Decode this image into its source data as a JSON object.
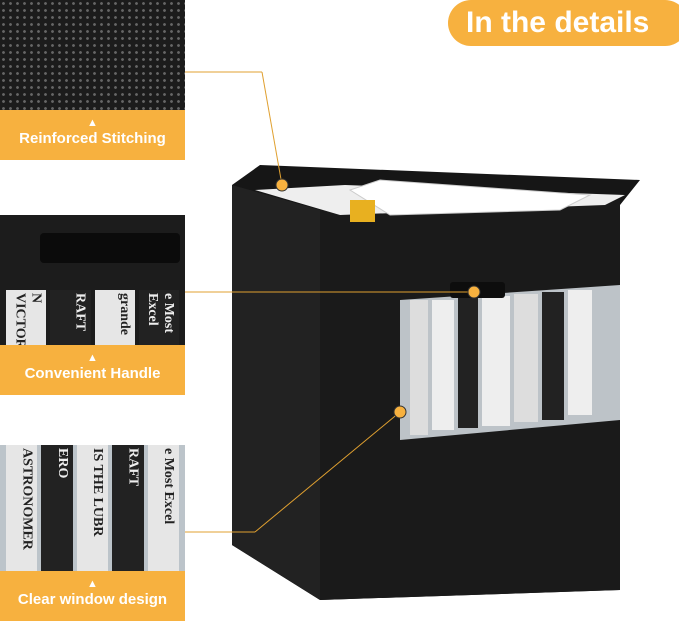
{
  "title": "In the details",
  "features": [
    {
      "label": "Reinforced Stitching",
      "icon": "triangle-up-icon"
    },
    {
      "label": "Convenient Handle",
      "icon": "triangle-up-icon"
    },
    {
      "label": "Clear window design",
      "icon": "triangle-up-icon"
    }
  ],
  "book_spines": [
    "ASTRONOMER",
    "ERO",
    "IS THE LUBR",
    "N VICTORIA",
    "RAFT",
    "grande",
    "e Most Excel"
  ],
  "colors": {
    "accent": "#f7b13f",
    "box": "#1c1c1c"
  }
}
